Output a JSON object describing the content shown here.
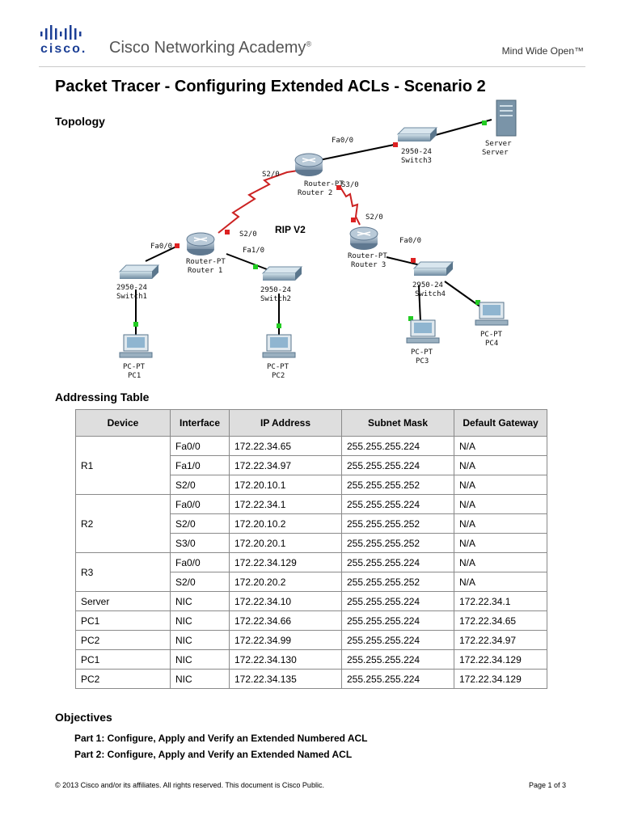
{
  "header": {
    "logo_text": "cisco.",
    "brand": "Cisco Networking Academy",
    "brand_mark": "®",
    "tagline": "Mind Wide Open™"
  },
  "title": "Packet Tracer - Configuring Extended ACLs - Scenario 2",
  "topology": {
    "heading": "Topology",
    "rip_label": "RIP V2",
    "labels": {
      "r1_fa00": "Fa0/0",
      "r1_fa10": "Fa1/0",
      "r1_s20": "S2/0",
      "r2_s20": "S2/0",
      "r2_s30": "S3/0",
      "r2_fa00": "Fa0/0",
      "r3_s20": "S2/0",
      "r3_fa00": "Fa0/0"
    },
    "devices": {
      "router1_type": "Router-PT",
      "router1_name": "Router 1",
      "router2_type": "Router-PT",
      "router2_name": "Router 2",
      "router3_type": "Router-PT",
      "router3_name": "Router 3",
      "switch1_type": "2950-24",
      "switch1_name": "Switch1",
      "switch2_type": "2950-24",
      "switch2_name": "Switch2",
      "switch3_type": "2950-24",
      "switch3_name": "Switch3",
      "switch4_type": "2950-24",
      "switch4_name": "Switch4",
      "server_type": "Server",
      "server_name": "Server",
      "pc1_type": "PC-PT",
      "pc1_name": "PC1",
      "pc2_type": "PC-PT",
      "pc2_name": "PC2",
      "pc3_type": "PC-PT",
      "pc3_name": "PC3",
      "pc4_type": "PC-PT",
      "pc4_name": "PC4"
    },
    "colors": {
      "serial_link": "#cc2222",
      "ethernet_link": "#000000",
      "link_up": "#22cc22",
      "link_down": "#dd2222"
    }
  },
  "addressing": {
    "heading": "Addressing Table",
    "columns": [
      "Device",
      "Interface",
      "IP Address",
      "Subnet Mask",
      "Default Gateway"
    ],
    "groups": [
      {
        "device": "R1",
        "rows": [
          [
            "Fa0/0",
            "172.22.34.65",
            "255.255.255.224",
            "N/A"
          ],
          [
            "Fa1/0",
            "172.22.34.97",
            "255.255.255.224",
            "N/A"
          ],
          [
            "S2/0",
            "172.20.10.1",
            "255.255.255.252",
            "N/A"
          ]
        ]
      },
      {
        "device": "R2",
        "rows": [
          [
            "Fa0/0",
            "172.22.34.1",
            "255.255.255.224",
            "N/A"
          ],
          [
            "S2/0",
            "172.20.10.2",
            "255.255.255.252",
            "N/A"
          ],
          [
            "S3/0",
            "172.20.20.1",
            "255.255.255.252",
            "N/A"
          ]
        ]
      },
      {
        "device": "R3",
        "rows": [
          [
            "Fa0/0",
            "172.22.34.129",
            "255.255.255.224",
            "N/A"
          ],
          [
            "S2/0",
            "172.20.20.2",
            "255.255.255.252",
            "N/A"
          ]
        ]
      },
      {
        "device": "Server",
        "rows": [
          [
            "NIC",
            "172.22.34.10",
            "255.255.255.224",
            "172.22.34.1"
          ]
        ]
      },
      {
        "device": "PC1",
        "rows": [
          [
            "NIC",
            "172.22.34.66",
            "255.255.255.224",
            "172.22.34.65"
          ]
        ]
      },
      {
        "device": "PC2",
        "rows": [
          [
            "NIC",
            "172.22.34.99",
            "255.255.255.224",
            "172.22.34.97"
          ]
        ]
      },
      {
        "device": "PC1",
        "rows": [
          [
            "NIC",
            "172.22.34.130",
            "255.255.255.224",
            "172.22.34.129"
          ]
        ]
      },
      {
        "device": "PC2",
        "rows": [
          [
            "NIC",
            "172.22.34.135",
            "255.255.255.224",
            "172.22.34.129"
          ]
        ]
      }
    ]
  },
  "objectives": {
    "heading": "Objectives",
    "items": [
      "Part 1: Configure, Apply and Verify an Extended Numbered ACL",
      "Part 2: Configure, Apply and Verify an Extended Named ACL"
    ]
  },
  "footer": {
    "copyright": "© 2013 Cisco and/or its affiliates. All rights reserved. This document is Cisco Public.",
    "page": "Page 1 of 3"
  }
}
